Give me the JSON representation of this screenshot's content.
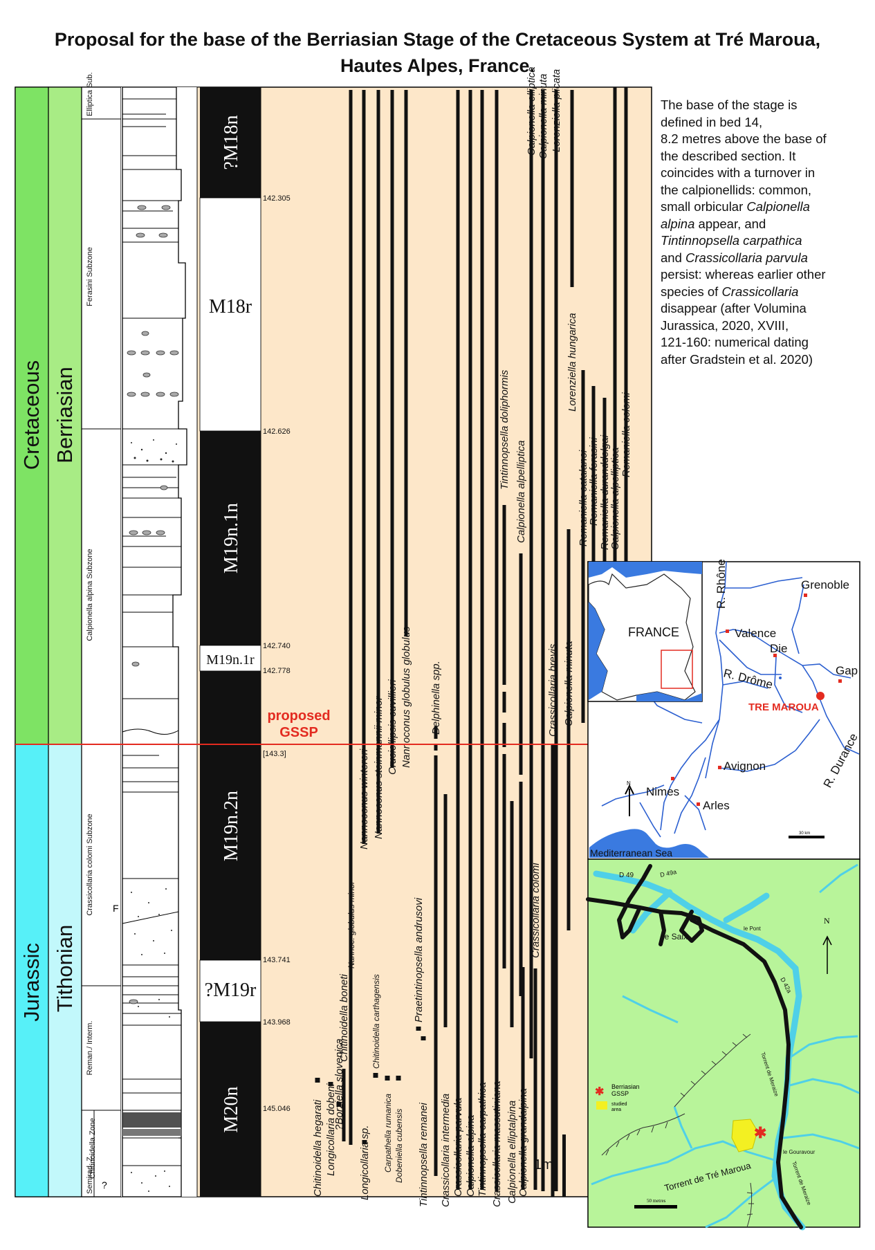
{
  "title": {
    "line1": "Proposal for the base of the Berriasian Stage of the Cretaceous System at Tré Maroua,",
    "line2": "Hautes Alpes, France."
  },
  "colors": {
    "cretaceous": "#7ee364",
    "jurassic": "#57f0f8",
    "panel": "#fde7c9",
    "gssp_line": "#e32b20",
    "river": "#2b5fd0",
    "sea": "#3a7ae0",
    "map2_bg": "#b8f49a",
    "map2_river": "#4fd0e8",
    "studied": "#f3f022"
  },
  "systems": [
    {
      "label": "Cretaceous",
      "cls": "cret"
    },
    {
      "label": "Jurassic",
      "cls": "jur"
    }
  ],
  "stages": [
    {
      "label": "Berriasian",
      "cls": "cret"
    },
    {
      "label": "Tithonian",
      "cls": "jur"
    }
  ],
  "subzones": [
    {
      "label": "Elliptica Sub."
    },
    {
      "label": "Ferasini Subzone"
    },
    {
      "label": "Calpionella alpina Subzone"
    },
    {
      "label": "Crassicollaria colomi Subzone"
    },
    {
      "label": "Reman./ Interm."
    },
    {
      "label": "Chitinoidella Zone"
    },
    {
      "label": "Semirad. Z."
    }
  ],
  "magnetochrons": [
    {
      "label": "?M18n",
      "polarity": "normal"
    },
    {
      "label": "M18r",
      "polarity": "reversed"
    },
    {
      "label": "M19n.1n",
      "polarity": "normal"
    },
    {
      "label": "M19n.1r",
      "polarity": "reversed"
    },
    {
      "label": "",
      "polarity": "normal"
    },
    {
      "label": "M19n.2n",
      "polarity": "normal"
    },
    {
      "label": "?M19r",
      "polarity": "reversed"
    },
    {
      "label": "M20n",
      "polarity": "normal"
    }
  ],
  "ages": [
    "142.305",
    "142.626",
    "142.740",
    "142.778",
    "[143.3]",
    "143.741",
    "143.968",
    "145.046"
  ],
  "gssp_label": {
    "line1": "proposed",
    "line2": "GSSP"
  },
  "log_marks": {
    "f": "F",
    "q": "?"
  },
  "scale_bar": {
    "label": "1m"
  },
  "taxa": [
    {
      "name": "Chitinoidella hegarati"
    },
    {
      "name": "Longicollaria dobeni"
    },
    {
      "name": "?Borziella slovenica"
    },
    {
      "name": "Chitinoidella boneti"
    },
    {
      "name": "Nannoc. globulus minor"
    },
    {
      "name": "Longicollaria sp."
    },
    {
      "name": "Nannoconus wintereri"
    },
    {
      "name": "Chitinoidella carthagensis"
    },
    {
      "name": "Nannoconus steinmannii minor"
    },
    {
      "name": "Carpathella rumanica"
    },
    {
      "name": "Cruciellipsis cuvillieri"
    },
    {
      "name": "Dobeniella cubensis"
    },
    {
      "name": "Nannoconus globulus globulus"
    },
    {
      "name": "Praetintinopsella andrusovi"
    },
    {
      "name": "Tintinnopsella remanei"
    },
    {
      "name": "Delphinella spp."
    },
    {
      "name": "Crassicollaria intermedia"
    },
    {
      "name": "Crassicollaria parvula"
    },
    {
      "name": "Calpionella alpina"
    },
    {
      "name": "Tintinnopsella carpathica"
    },
    {
      "name": "Crassicollaria massutiniana"
    },
    {
      "name": "Tintinnopsella doliphormis"
    },
    {
      "name": "Calpionella elliptalpina"
    },
    {
      "name": "Calpionella alpelliptica"
    },
    {
      "name": "Calpionella grandalpina"
    },
    {
      "name": "Calpionella elliptica"
    },
    {
      "name": "Crassicollaria colomi"
    },
    {
      "name": "Calpionella minuta"
    },
    {
      "name": "Crassicollaria brevis"
    },
    {
      "name": "Lorenziella plicata"
    },
    {
      "name": "Calpionella minuta"
    },
    {
      "name": "Lorenziella hungarica"
    },
    {
      "name": "Remaniella catalanoi"
    },
    {
      "name": "Remaniella ferasini"
    },
    {
      "name": "Remaniella duranddelgai"
    },
    {
      "name": "Calpionella alpelliptica"
    },
    {
      "name": "Remaniella colomi"
    }
  ],
  "description": {
    "p1": "The base of the stage is",
    "p2": "defined in bed 14,",
    "p3": "8.2 metres above the base of",
    "p4": "the described section.  It",
    "p5": "coincides with a turnover in",
    "p6": "the calpionellids:  common,",
    "p7": "small orbicular ",
    "p7i": "Calpionella",
    "p8i": "alpina",
    "p8": " appear, and",
    "p9i": "Tintinnopsella carpathica",
    "p10": "and ",
    "p10i": "Crassicollaria parvula",
    "p11": "persist: whereas earlier other",
    "p12": "species of ",
    "p12i": "Crassicollaria",
    "p13": "disappear (after Volumina",
    "p14": "Jurassica, 2020, XVIII,",
    "p15": "121-160: numerical dating",
    "p16": "after Gradstein et al. 2020)"
  },
  "map1": {
    "inset_label": "FRANCE",
    "places": {
      "grenoble": "Grenoble",
      "valence": "Valence",
      "die": "Die",
      "gap": "Gap",
      "tre_maroua": "TRE MAROUA",
      "avignon": "Avignon",
      "nimes": "Nimes",
      "arles": "Arles"
    },
    "rivers": {
      "rhone": "R. Rhône",
      "drome": "R. Drôme",
      "durance": "R. Durance"
    },
    "sea": "Mediterranean Sea",
    "north": "N",
    "scale": "30 km"
  },
  "map2": {
    "roads": {
      "d49": "D 49",
      "d49a": "D 49a",
      "d42a": "D 42a"
    },
    "places": {
      "le_saix": "le Saix",
      "le_pont": "le Pont",
      "le_gouravour": "le Gouravour"
    },
    "streams": {
      "meraize1": "Torrent de Meraize",
      "tre_maroua": "Torrent de Tré Maroua",
      "meraize2": "Torrent de Meraize"
    },
    "legend": {
      "gssp_line1": "Berriasian",
      "gssp_line2": "GSSP",
      "area_line1": "studied",
      "area_line2": "area"
    },
    "north": "N",
    "scale": "50 metres"
  }
}
